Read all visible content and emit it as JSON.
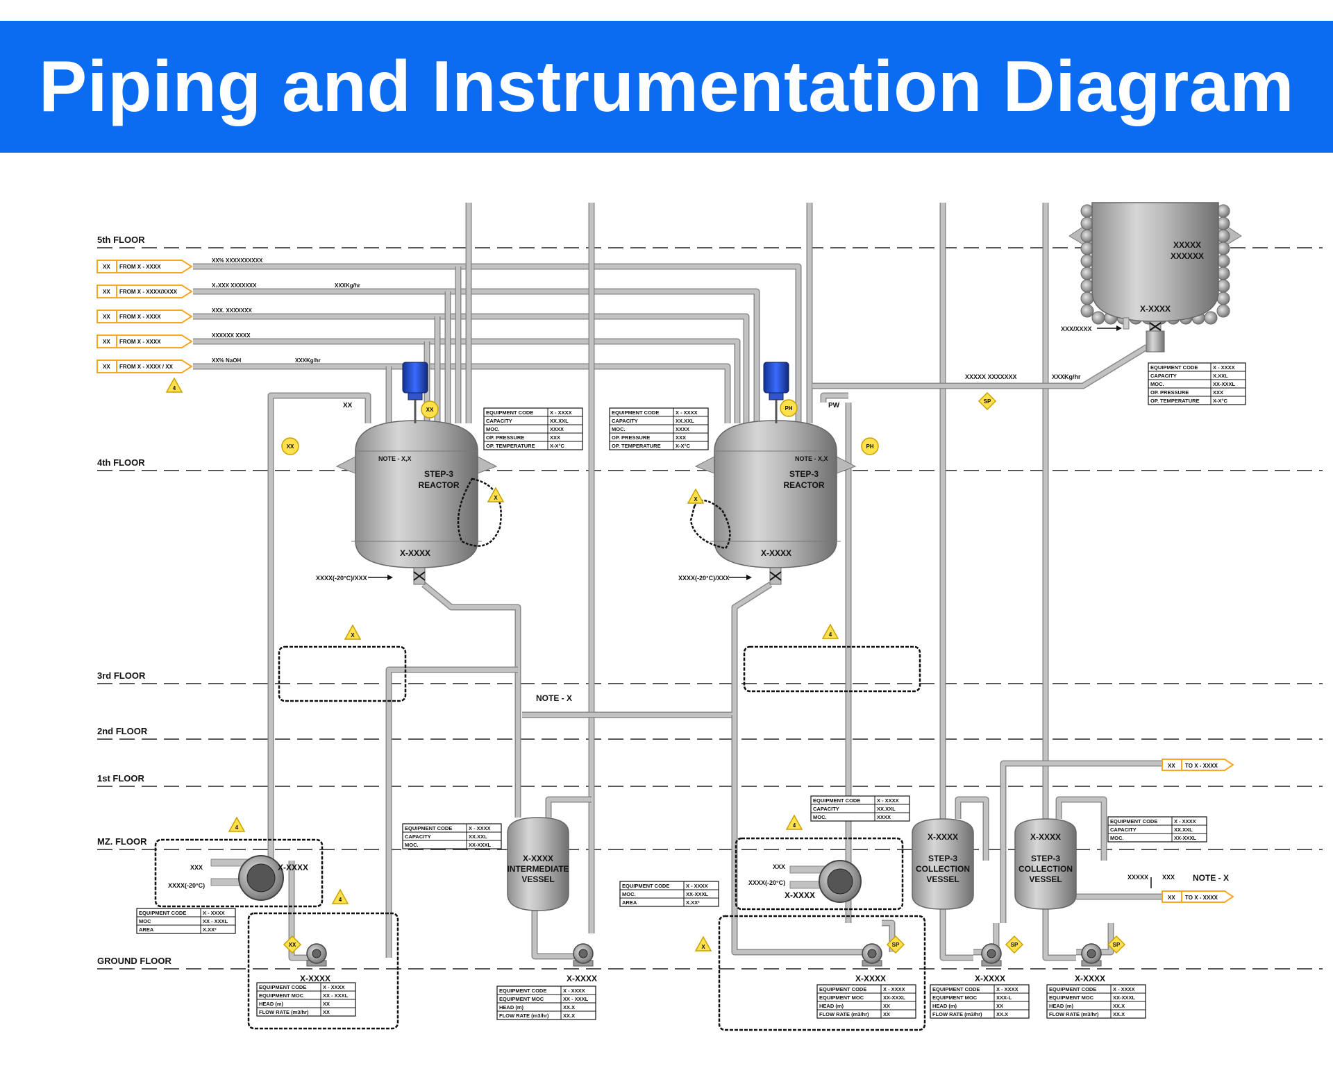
{
  "title": "Piping and Instrumentation Diagram",
  "floors": [
    "5th FLOOR",
    "4th FLOOR",
    "3rd FLOOR",
    "2nd FLOOR",
    "1st FLOOR",
    "MZ. FLOOR",
    "GROUND FLOOR"
  ],
  "feed_lines": [
    {
      "tag": "XX",
      "source": "FROM X - XXXX",
      "label": "XX% XXXXXXXXXX",
      "flow": ""
    },
    {
      "tag": "XX",
      "source": "FROM X - XXXX/XXXX",
      "label": "X₂XXX XXXXXXX",
      "flow": "XXXKg/hr"
    },
    {
      "tag": "XX",
      "source": "FROM X - XXXX",
      "label": "XXX. XXXXXXX",
      "flow": ""
    },
    {
      "tag": "XX",
      "source": "FROM X - XXXX",
      "label": "XXXXXX XXXX",
      "flow": ""
    },
    {
      "tag": "XX",
      "source": "FROM X - XXXX / XX",
      "label": "XX% NaOH",
      "flow": "XXXKg/hr"
    }
  ],
  "tags": {
    "reactor_code": "X-XXXX",
    "reactor_name_1": "STEP-3",
    "reactor_name_2": "REACTOR",
    "note_xx": "NOTE - X,X",
    "note_x": "NOTE - X",
    "intermediate_code": "X-XXXX",
    "intermediate_name_1": "INTERMEDIATE",
    "intermediate_name_2": "VESSEL",
    "collection_code": "X-XXXX",
    "collection_name_1": "STEP-3",
    "collection_name_2": "COLLECTION",
    "collection_name_3": "VESSEL",
    "top_vessel_1": "XXXXX",
    "top_vessel_2": "XXXXXX",
    "top_vessel_code": "X-XXXX",
    "jacket_in": "XXXX(-20°C)/XXX",
    "top_in": "XXX/XXXX",
    "header_label": "XXXXX XXXXXXX",
    "header_flow": "XXXKg/hr",
    "xx": "XX",
    "pw": "PW",
    "xxx": "XXX",
    "xxxx_20": "XXXX(-20°C)",
    "pump_code": "X-XXXX",
    "rev_xxxxx": "XXXXX",
    "to_1": "TO X - XXXX",
    "to_2": "TO X - XXXX",
    "hx_code": "X-XXXX"
  },
  "instruments": {
    "xx": "XX",
    "ph": "PH",
    "sp": "SP"
  },
  "revisions": {
    "four": "4",
    "x": "X"
  },
  "tables": {
    "reactor": [
      [
        "EQUIPMENT CODE",
        "X - XXXX"
      ],
      [
        "CAPACITY",
        "XX.XXL"
      ],
      [
        "MOC.",
        "XXXX"
      ],
      [
        "OP. PRESSURE",
        "XXX"
      ],
      [
        "OP. TEMPERATURE",
        "X-X°C"
      ]
    ],
    "top_vessel": [
      [
        "EQUIPMENT CODE",
        "X - XXXX"
      ],
      [
        "CAPACITY",
        "X.XXL"
      ],
      [
        "MOC.",
        "XX-XXXL"
      ],
      [
        "OP. PRESSURE",
        "XXX"
      ],
      [
        "OP. TEMPERATURE",
        "X-X°C"
      ]
    ],
    "hx_left": [
      [
        "EQUIPMENT CODE",
        "X - XXXX"
      ],
      [
        "MOC",
        "XX - XXXL"
      ],
      [
        "AREA",
        "X.XX²"
      ]
    ],
    "hx_mid": [
      [
        "EQUIPMENT CODE",
        "X - XXXX"
      ],
      [
        "MOC.",
        "XX-XXXL"
      ],
      [
        "AREA",
        "X.XX²"
      ]
    ],
    "intermediate": [
      [
        "EQUIPMENT CODE",
        "X - XXXX"
      ],
      [
        "CAPACITY",
        "XX.XXL"
      ],
      [
        "MOC.",
        "XX-XXXL"
      ]
    ],
    "receiver_mid": [
      [
        "EQUIPMENT CODE",
        "X - XXXX"
      ],
      [
        "CAPACITY",
        "XX.XXL"
      ],
      [
        "MOC.",
        "XXXX"
      ]
    ],
    "collection_right": [
      [
        "EQUIPMENT CODE",
        "X - XXXX"
      ],
      [
        "CAPACITY",
        "XX.XXL"
      ],
      [
        "MOC.",
        "XX-XXXL"
      ]
    ],
    "pump1": [
      [
        "EQUIPMENT CODE",
        "X - XXXX"
      ],
      [
        "EQUIPMENT MOC",
        "XX - XXXL"
      ],
      [
        "HEAD (m)",
        "XX"
      ],
      [
        "FLOW RATE (m3/hr)",
        "XX"
      ]
    ],
    "pump2": [
      [
        "EQUIPMENT CODE",
        "X - XXXX"
      ],
      [
        "EQUIPMENT MOC",
        "XX - XXXL"
      ],
      [
        "HEAD (m)",
        "XX.X"
      ],
      [
        "FLOW RATE (m3/hr)",
        "XX.X"
      ]
    ],
    "pump3": [
      [
        "EQUIPMENT CODE",
        "X - XXXX"
      ],
      [
        "EQUIPMENT MOC",
        "XX-XXXL"
      ],
      [
        "HEAD (m)",
        "XX"
      ],
      [
        "FLOW RATE (m3/hr)",
        "XX"
      ]
    ],
    "pump4": [
      [
        "EQUIPMENT CODE",
        "X - XXXX"
      ],
      [
        "EQUIPMENT MOC",
        "XXX-L"
      ],
      [
        "HEAD (m)",
        "XX"
      ],
      [
        "FLOW RATE (m3/hr)",
        "XX.X"
      ]
    ],
    "pump5": [
      [
        "EQUIPMENT CODE",
        "X - XXXX"
      ],
      [
        "EQUIPMENT MOC",
        "XX-XXXL"
      ],
      [
        "HEAD (m)",
        "XX.X"
      ],
      [
        "FLOW RATE (m3/hr)",
        "XX.X"
      ]
    ]
  },
  "colors": {
    "banner": "#0b6cf2",
    "pipe": "#c2c2c2",
    "pipe_edge": "#8a8a8a",
    "instrument": "#ffe14d",
    "flag": "#f5a623",
    "motor": "#1f4fd8"
  }
}
